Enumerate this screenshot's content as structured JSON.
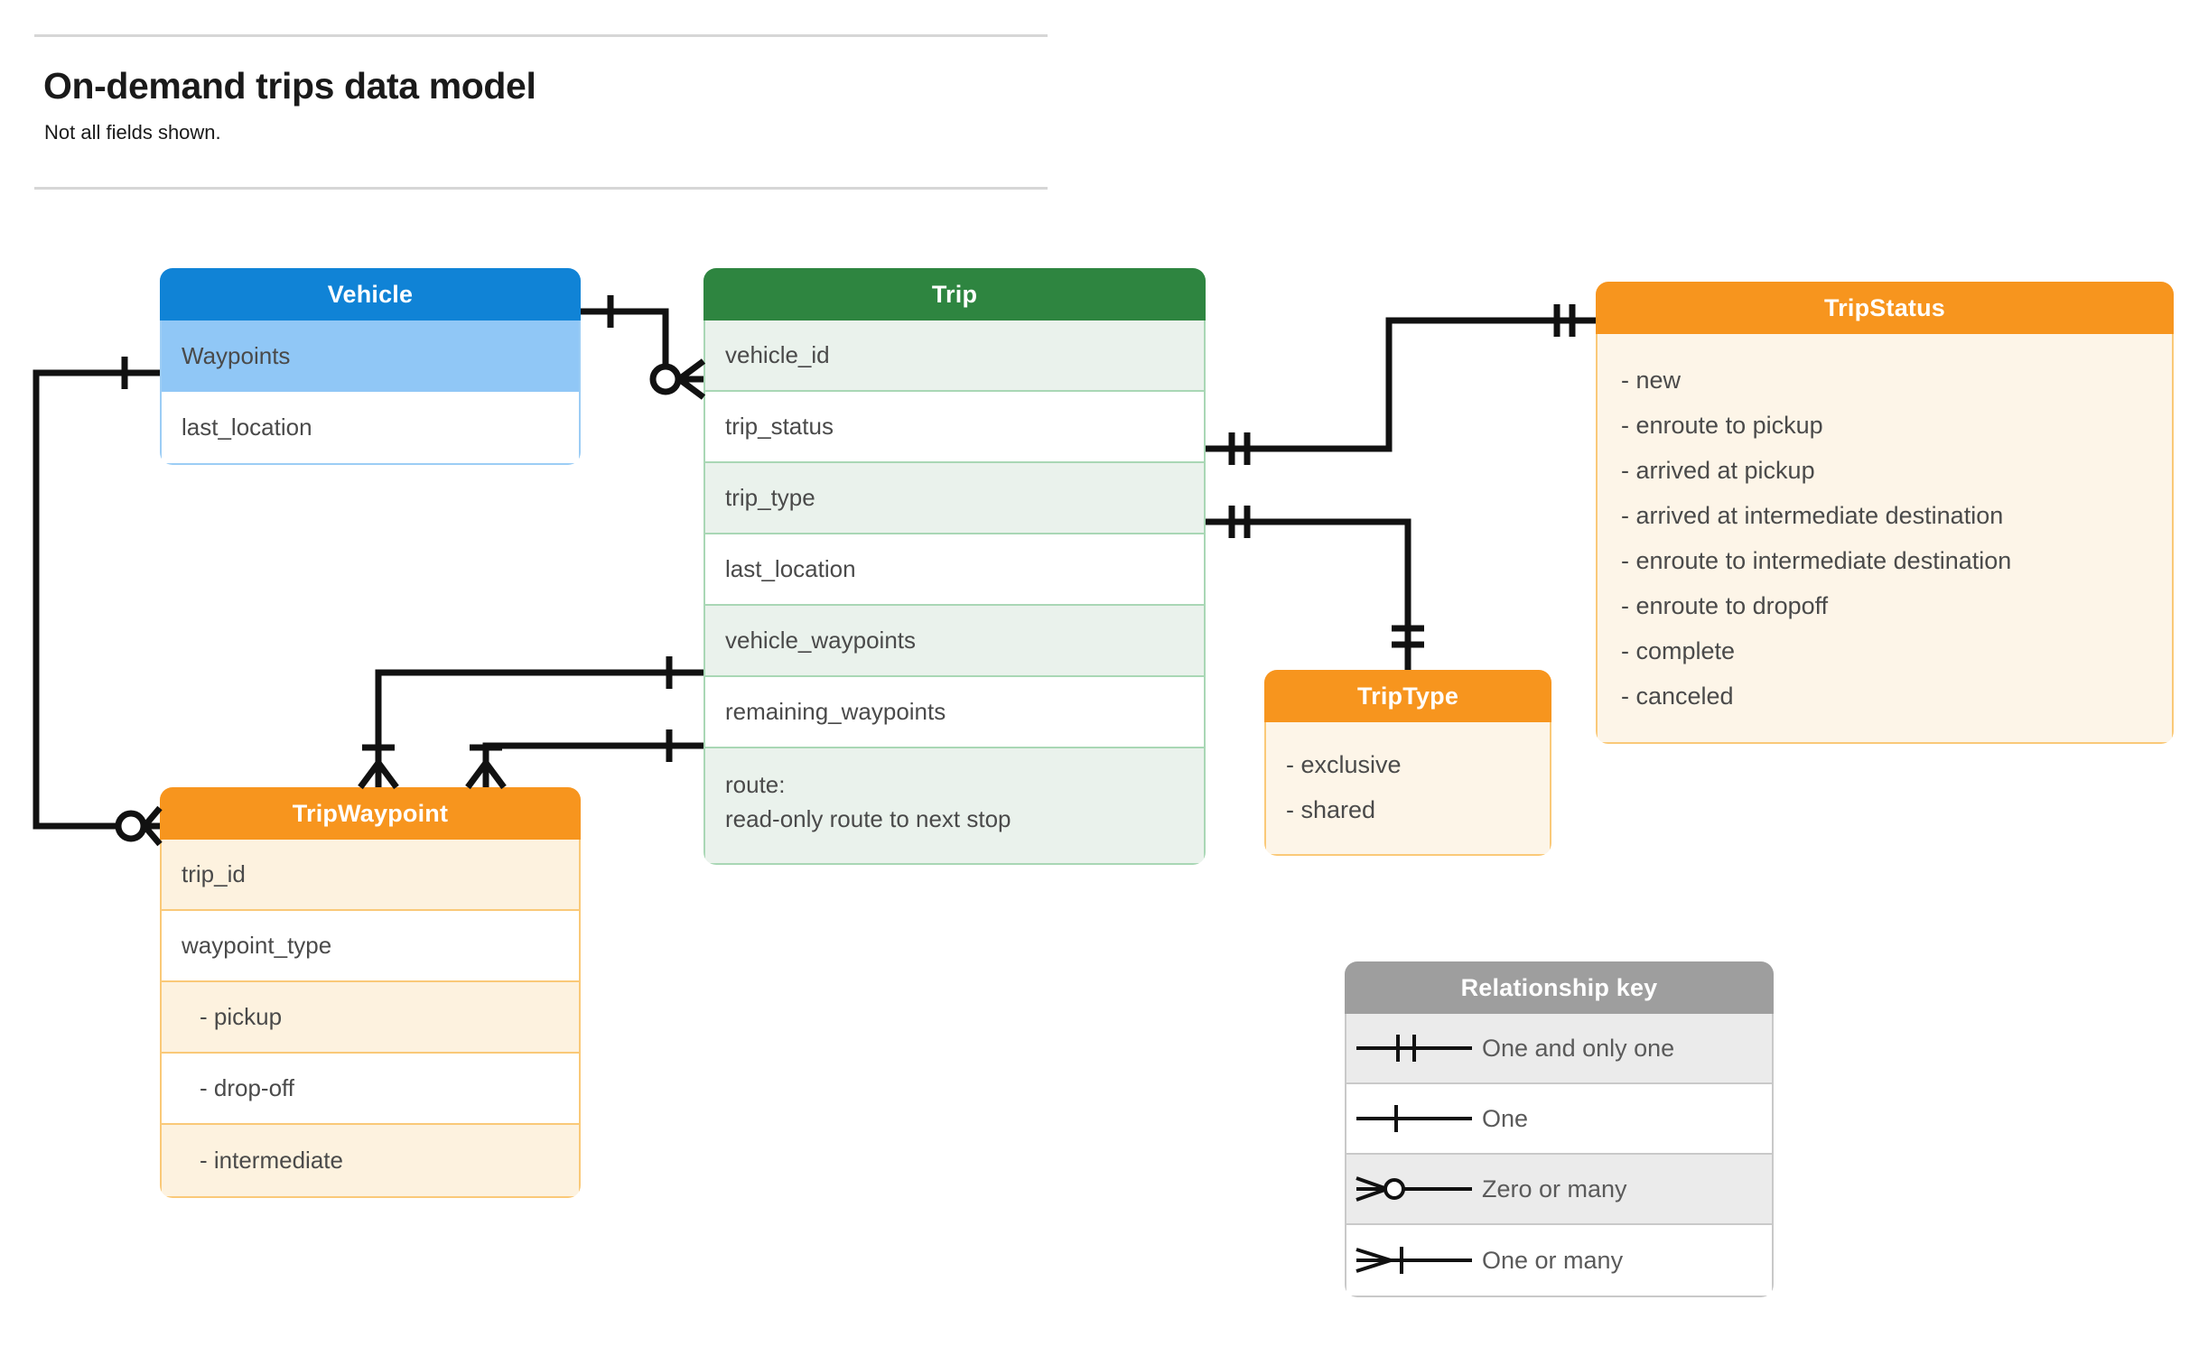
{
  "header": {
    "title": "On-demand trips data model",
    "subtitle": "Not all fields shown."
  },
  "entities": {
    "vehicle": {
      "name": "Vehicle",
      "header_color": "#1083d6",
      "rows": [
        {
          "label": "Waypoints"
        },
        {
          "label": "last_location"
        }
      ]
    },
    "trip": {
      "name": "Trip",
      "header_color": "#2e8540",
      "rows": [
        {
          "label": "vehicle_id"
        },
        {
          "label": "trip_status"
        },
        {
          "label": "trip_type"
        },
        {
          "label": "last_location"
        },
        {
          "label": "vehicle_waypoints"
        },
        {
          "label": "remaining_waypoints"
        }
      ],
      "route_row": {
        "line1": "route:",
        "line2": "read-only route to next stop"
      }
    },
    "tripwaypoint": {
      "name": "TripWaypoint",
      "header_color": "#f7951e",
      "rows": [
        {
          "label": "trip_id"
        },
        {
          "label": "waypoint_type"
        },
        {
          "label": "-  pickup"
        },
        {
          "label": "-  drop-off"
        },
        {
          "label": "-  intermediate"
        }
      ]
    },
    "tripstatus": {
      "name": "TripStatus",
      "header_color": "#f7951e",
      "values": [
        "- new",
        "- enroute to pickup",
        "- arrived at pickup",
        "- arrived at intermediate destination",
        "- enroute to intermediate destination",
        "- enroute to dropoff",
        "- complete",
        "- canceled"
      ]
    },
    "triptype": {
      "name": "TripType",
      "header_color": "#f7951e",
      "values": [
        "- exclusive",
        "- shared"
      ]
    }
  },
  "relationship_key": {
    "title": "Relationship key",
    "header_color": "#9e9e9e",
    "rows": [
      {
        "symbol": "one-and-only-one",
        "label": "One and only one"
      },
      {
        "symbol": "one",
        "label": "One"
      },
      {
        "symbol": "zero-or-many",
        "label": "Zero or many"
      },
      {
        "symbol": "one-or-many",
        "label": "One or many"
      }
    ]
  },
  "connections": [
    {
      "from": "Vehicle",
      "from_card": "one",
      "to": "Trip.vehicle_id",
      "to_card": "zero-or-many"
    },
    {
      "from": "Vehicle.Waypoints",
      "from_card": "one",
      "to": "TripWaypoint",
      "to_card": "zero-or-many"
    },
    {
      "from": "Trip.trip_status",
      "from_card": "one-and-only-one",
      "to": "TripStatus",
      "to_card": "one-and-only-one"
    },
    {
      "from": "Trip.trip_type",
      "from_card": "one-and-only-one",
      "to": "TripType",
      "to_card": "one-and-only-one"
    },
    {
      "from": "Trip.vehicle_waypoints",
      "from_card": "one",
      "to": "TripWaypoint",
      "to_card": "one-or-many"
    },
    {
      "from": "Trip.remaining_waypoints",
      "from_card": "one",
      "to": "TripWaypoint",
      "to_card": "one-or-many"
    }
  ]
}
